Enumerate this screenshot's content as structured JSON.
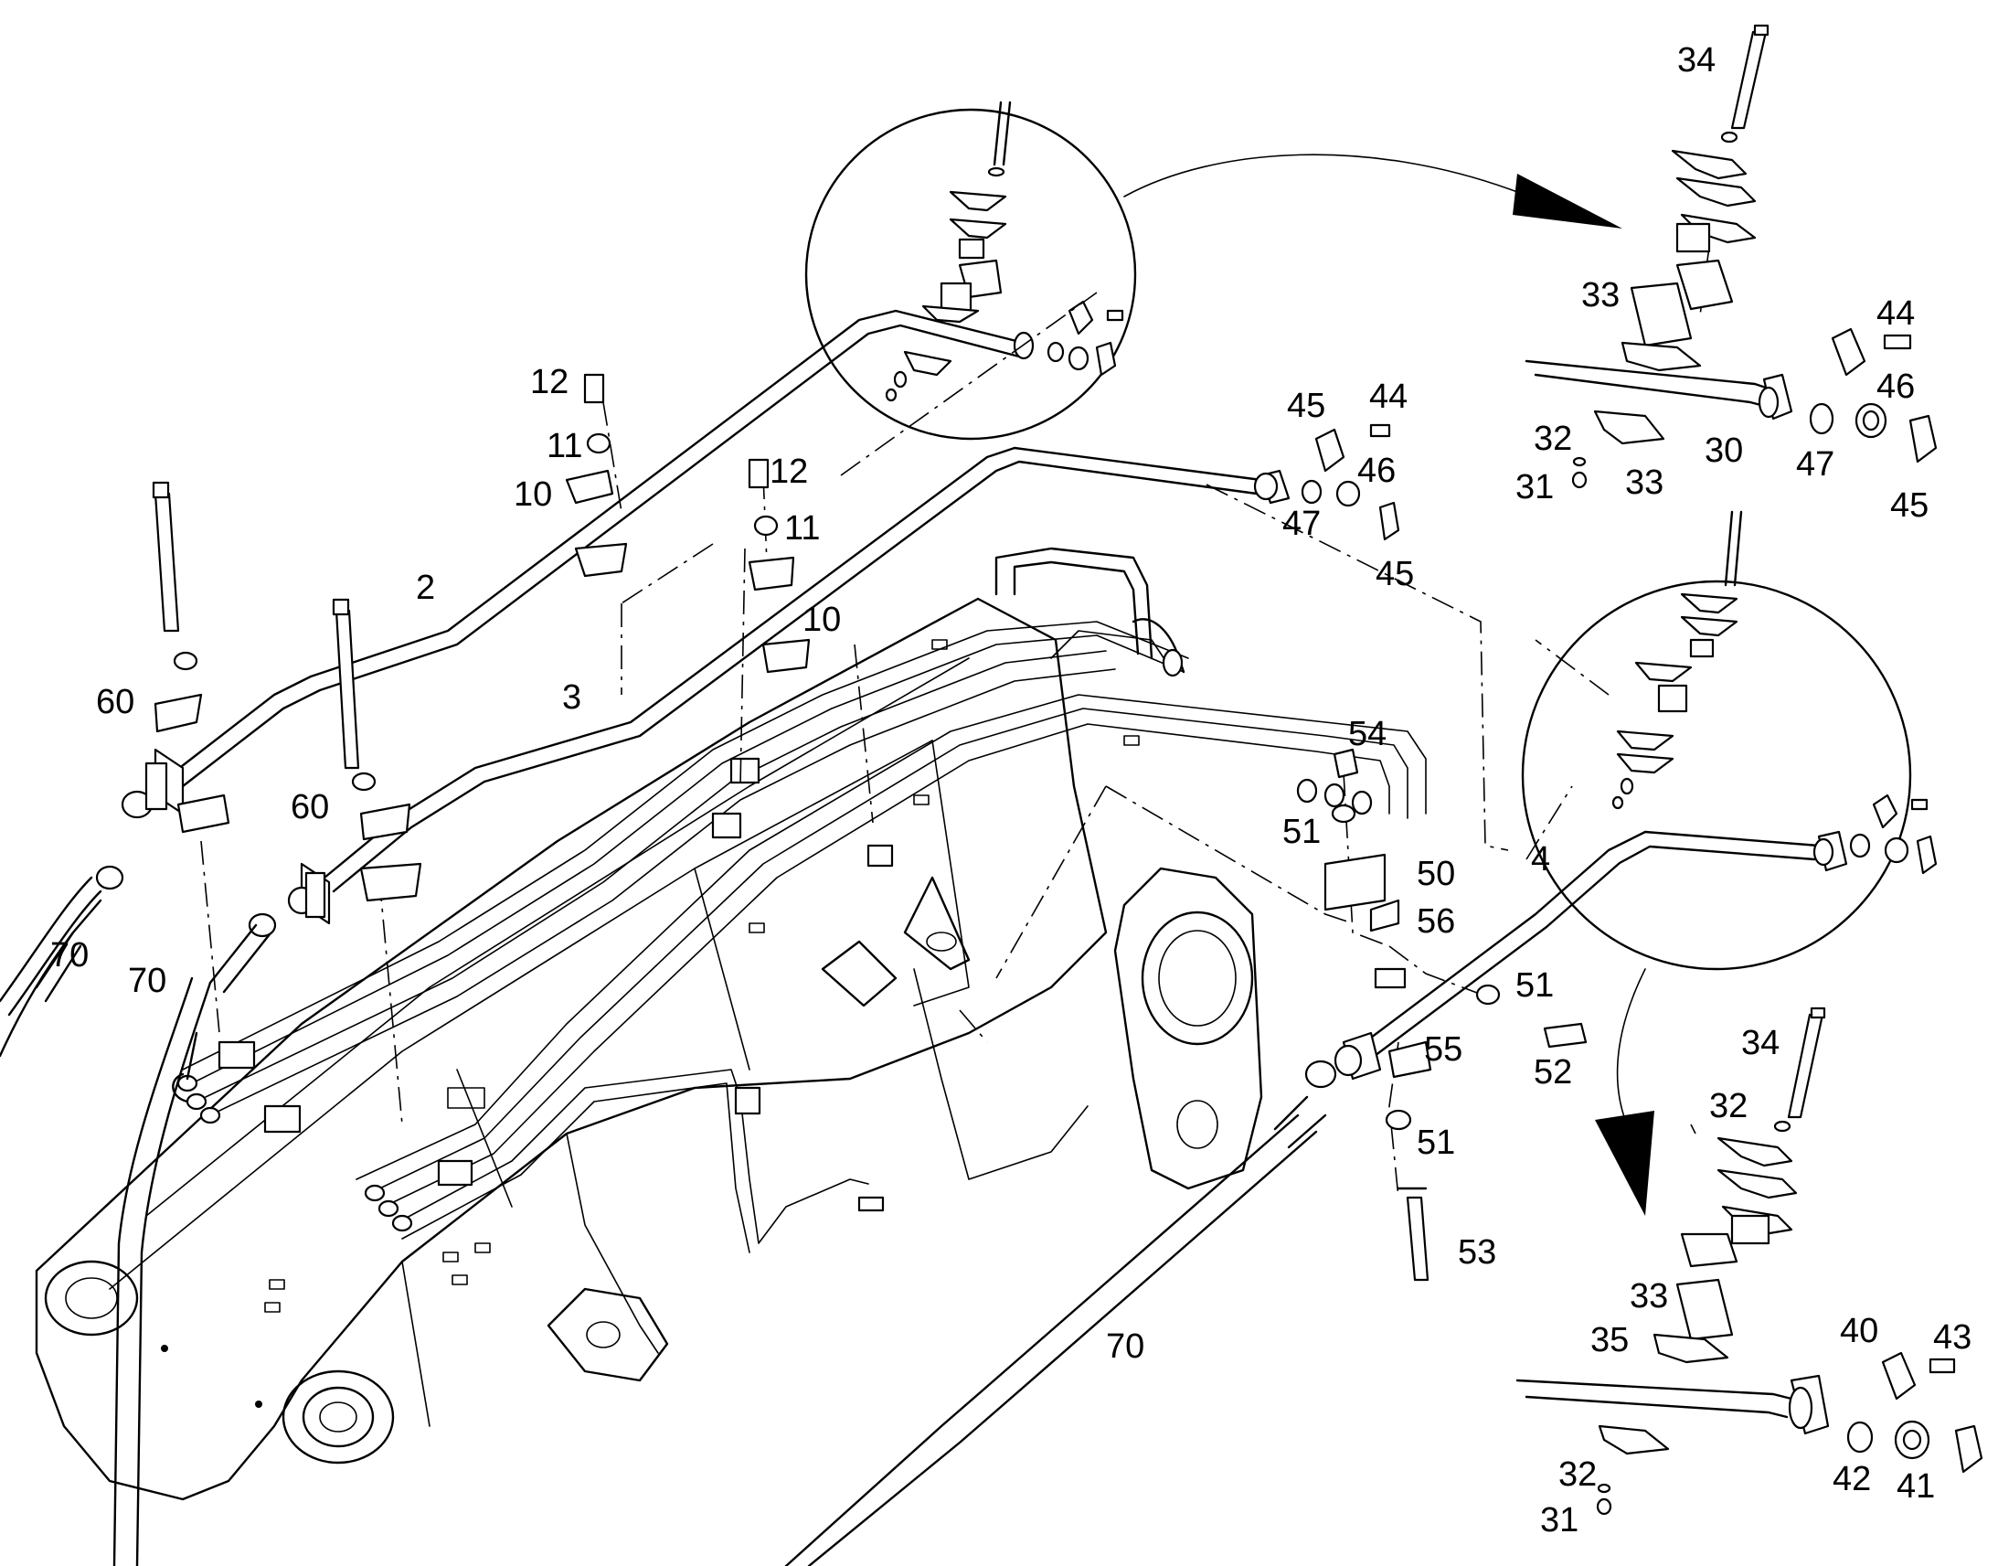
{
  "callouts": [
    {
      "id": "c34a",
      "text": "34"
    },
    {
      "id": "c33a",
      "text": "33"
    },
    {
      "id": "c44a",
      "text": "44"
    },
    {
      "id": "c46a",
      "text": "46"
    },
    {
      "id": "c32a",
      "text": "32"
    },
    {
      "id": "c30",
      "text": "30"
    },
    {
      "id": "c47a",
      "text": "47"
    },
    {
      "id": "c31a",
      "text": "31"
    },
    {
      "id": "c33b",
      "text": "33"
    },
    {
      "id": "c45a",
      "text": "45"
    },
    {
      "id": "c45b",
      "text": "45"
    },
    {
      "id": "c44b",
      "text": "44"
    },
    {
      "id": "c46b",
      "text": "46"
    },
    {
      "id": "c47b",
      "text": "47"
    },
    {
      "id": "c45c",
      "text": "45"
    },
    {
      "id": "c12a",
      "text": "12"
    },
    {
      "id": "c11a",
      "text": "11"
    },
    {
      "id": "c10a",
      "text": "10"
    },
    {
      "id": "c12b",
      "text": "12"
    },
    {
      "id": "c11b",
      "text": "11"
    },
    {
      "id": "c10b",
      "text": "10"
    },
    {
      "id": "c2",
      "text": "2"
    },
    {
      "id": "c3",
      "text": "3"
    },
    {
      "id": "c60a",
      "text": "60"
    },
    {
      "id": "c60b",
      "text": "60"
    },
    {
      "id": "c70a",
      "text": "70"
    },
    {
      "id": "c70b",
      "text": "70"
    },
    {
      "id": "c70c",
      "text": "70"
    },
    {
      "id": "c54",
      "text": "54"
    },
    {
      "id": "c51a",
      "text": "51"
    },
    {
      "id": "c50",
      "text": "50"
    },
    {
      "id": "c56",
      "text": "56"
    },
    {
      "id": "c51b",
      "text": "51"
    },
    {
      "id": "c52",
      "text": "52"
    },
    {
      "id": "c55",
      "text": "55"
    },
    {
      "id": "c51c",
      "text": "51"
    },
    {
      "id": "c53",
      "text": "53"
    },
    {
      "id": "c4",
      "text": "4"
    },
    {
      "id": "c34b",
      "text": "34"
    },
    {
      "id": "c32b",
      "text": "32"
    },
    {
      "id": "c33c",
      "text": "33"
    },
    {
      "id": "c35",
      "text": "35"
    },
    {
      "id": "c40",
      "text": "40"
    },
    {
      "id": "c43",
      "text": "43"
    },
    {
      "id": "c42",
      "text": "42"
    },
    {
      "id": "c41",
      "text": "41"
    },
    {
      "id": "c32c",
      "text": "32"
    },
    {
      "id": "c31b",
      "text": "31"
    }
  ]
}
